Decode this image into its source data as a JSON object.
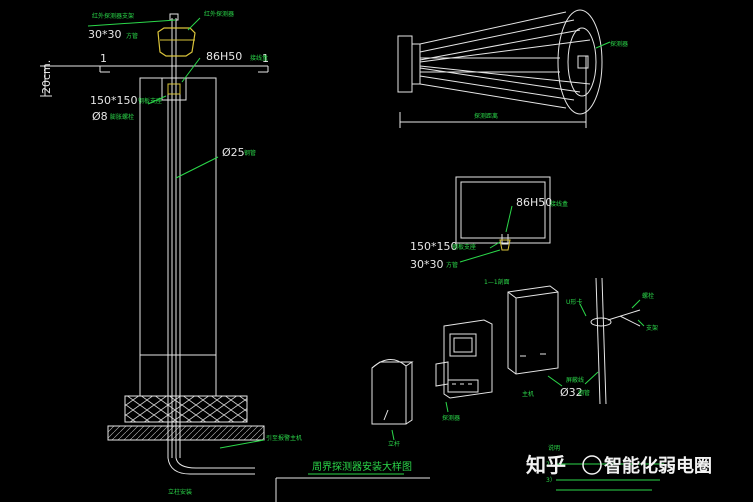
{
  "labels": {
    "sensor_top": "红外探测器支架",
    "sensor_right": "红外探测器",
    "bracket_size": "30*30",
    "bracket_unit": "方管",
    "height": "20cm.",
    "section_mark": "1",
    "box_size": "86H50",
    "box_unit": "接线盒",
    "plate_size": "150*150",
    "plate_unit": "钢板支座",
    "bolt": "Ø8",
    "bolt_unit": "膨胀螺栓",
    "pipe": "Ø25",
    "pipe_unit": "钢管",
    "ground_note": "引至报警主机",
    "left_caption": "立柱安装",
    "beam_label": "探测器",
    "range_label": "探测距离",
    "detail_box": "86H50",
    "detail_box_unit": "接线盒",
    "detail_plate": "150*150",
    "detail_plate_unit": "钢板支座",
    "detail_bracket": "30*30",
    "detail_bracket_unit": "方管",
    "section_title": "1—1剖面",
    "u_clamp": "U形卡",
    "arrow_label1": "螺栓",
    "arrow_label2": "支架",
    "pipe2": "Ø32",
    "pipe2_unit": "钢管",
    "wire_label": "屏蔽线",
    "box_label": "主机",
    "device_label": "探测器",
    "pole_label": "立杆",
    "title": "周界探测器安装大样图",
    "notes_title": "说明",
    "note2": "2）",
    "note3": "3）",
    "watermark_zhihu": "知乎",
    "watermark_account": "智能化弱电圈"
  }
}
